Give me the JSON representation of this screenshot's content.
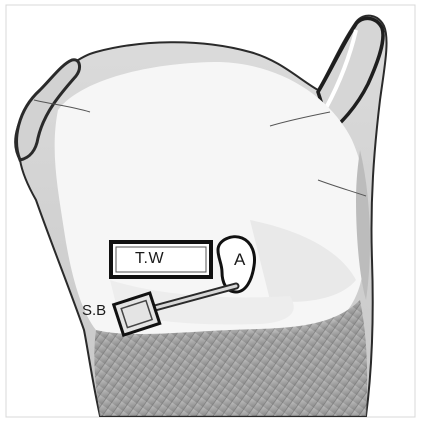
{
  "labels": {
    "tw": "T.W",
    "a": "A",
    "sb": "S.B"
  },
  "colors": {
    "background": "#ffffff",
    "bone_fill": "#ececec",
    "surgical_area": "#f7f7f7",
    "outline": "#2a2a2a",
    "muscle": "#9a9a9a",
    "implant": "#1f1f1f"
  }
}
